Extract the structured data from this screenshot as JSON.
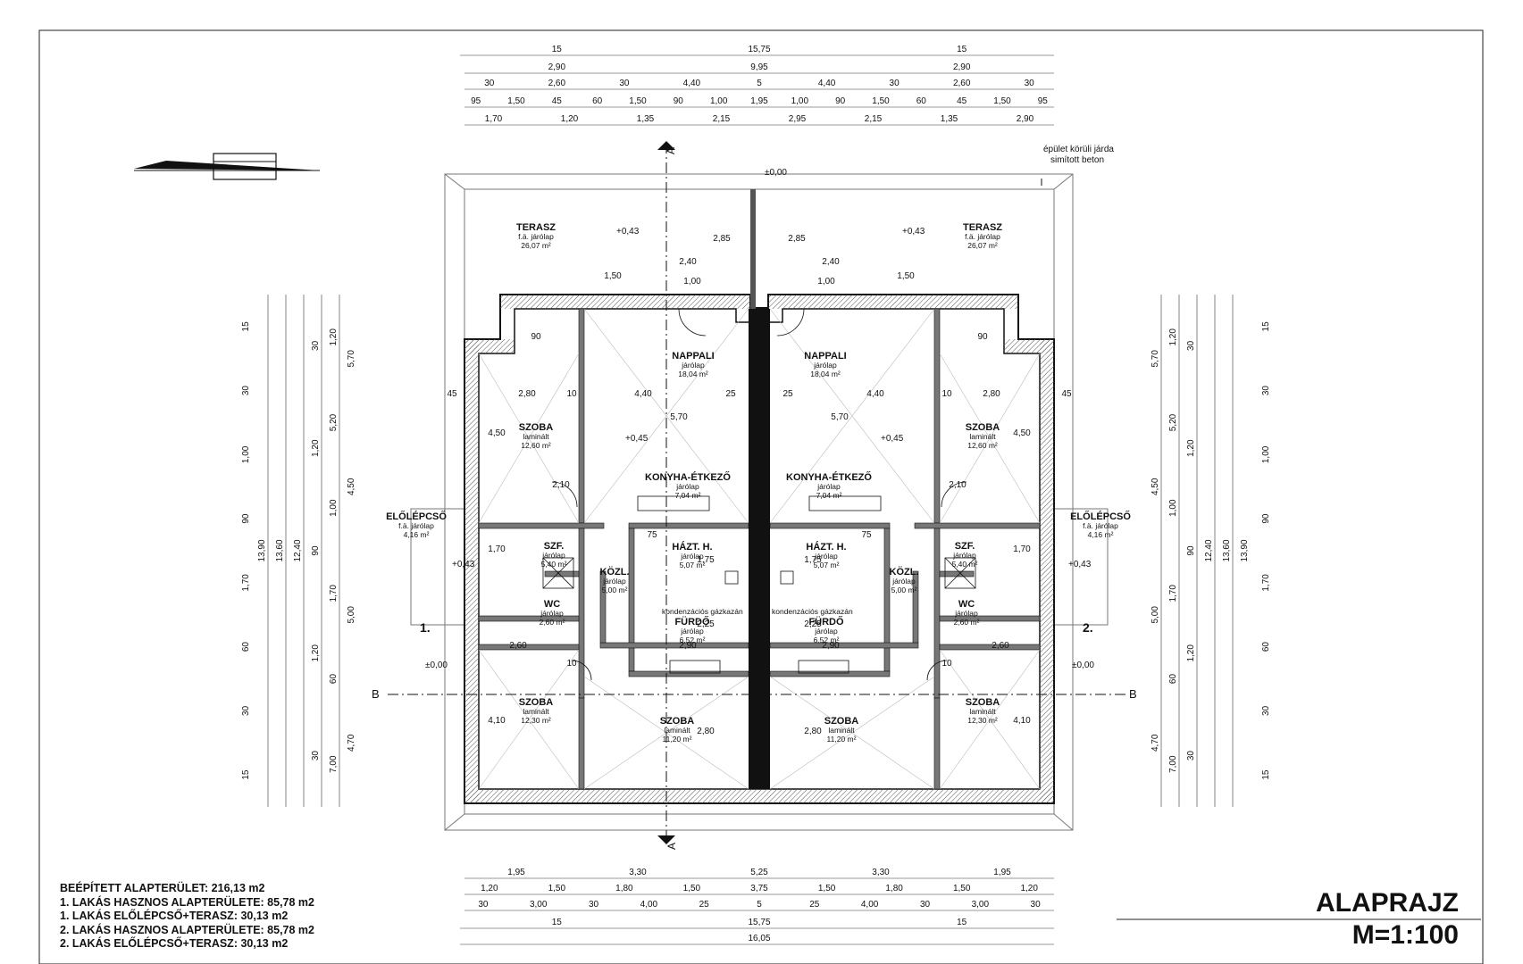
{
  "plan": {
    "title": "ALAPRAJZ",
    "scale": "M=1:100",
    "summary": [
      "BEÉPÍTETT ALAPTERÜLET: 216,13 m2",
      "1. LAKÁS HASZNOS ALAPTERÜLETE: 85,78 m2",
      "1. LAKÁS ELŐLÉPCSŐ+TERASZ: 30,13 m2",
      "2. LAKÁS HASZNOS ALAPTERÜLETE: 85,78 m2",
      "2. LAKÁS ELŐLÉPCSŐ+TERASZ: 30,13 m2"
    ],
    "note": [
      "épület körüli járda",
      "simított beton"
    ],
    "levels": {
      "ground": "±0,00",
      "terrace": "+0,43",
      "floor": "+0,45"
    },
    "section_marks": {
      "a": "A",
      "b": "B"
    },
    "unit_labels": [
      "1.",
      "2."
    ],
    "rooms": [
      {
        "name": "TERASZ",
        "finish": "f.ä. járólap",
        "area": "26,07 m²"
      },
      {
        "name": "NAPPALI",
        "finish": "járólap",
        "area": "18,04 m²"
      },
      {
        "name": "SZOBA",
        "finish": "laminált",
        "area": "12,60 m²"
      },
      {
        "name": "KONYHA-ÉTKEZŐ",
        "finish": "járólap",
        "area": "7,04 m²"
      },
      {
        "name": "ELŐLÉPCSŐ",
        "finish": "f.ä. járólap",
        "area": "4,16 m²"
      },
      {
        "name": "SZF.",
        "finish": "járólap",
        "area": "5,40 m²"
      },
      {
        "name": "HÁZT. H.",
        "finish": "járólap",
        "area": "5,07 m²"
      },
      {
        "name": "KÖZL.",
        "finish": "járólap",
        "area": "5,00 m²"
      },
      {
        "name": "WC",
        "finish": "járólap",
        "area": "2,60 m²"
      },
      {
        "name": "FÜRDŐ",
        "finish": "járólap",
        "area": "6,52 m²"
      },
      {
        "name": "SZOBA",
        "finish": "laminált",
        "area": "12,30 m²"
      },
      {
        "name": "SZOBA",
        "finish": "laminált",
        "area": "11,20 m²"
      }
    ],
    "boiler_label": "kondenzációs gázkazán",
    "dims_top": [
      [
        "15",
        "15,75",
        "15"
      ],
      [
        "2,90",
        "9,95",
        "2,90"
      ],
      [
        "30",
        "2,60",
        "30",
        "4,40",
        "5",
        "4,40",
        "30",
        "2,60",
        "30"
      ],
      [
        "95",
        "1,50",
        "45",
        "60",
        "1,50",
        "90",
        "1,00",
        "1,95",
        "1,00",
        "90",
        "1,50",
        "60",
        "45",
        "1,50",
        "95"
      ],
      [
        "1,70",
        "1,20",
        "1,35",
        "2,15",
        "2,95",
        "2,15",
        "1,35",
        "2,90"
      ]
    ],
    "dims_bottom": [
      [
        "1,95",
        "3,30",
        "5,25",
        "3,30",
        "1,95"
      ],
      [
        "1,20",
        "1,50",
        "1,80",
        "1,50",
        "3,75",
        "1,50",
        "1,80",
        "1,50",
        "1,20"
      ],
      [
        "30",
        "3,00",
        "30",
        "4,00",
        "25",
        "5",
        "25",
        "4,00",
        "30",
        "3,00",
        "30"
      ],
      [
        "15",
        "15,75",
        "15"
      ],
      [
        "16,05"
      ]
    ],
    "dims_side": [
      [
        "13,90"
      ],
      [
        "13,60"
      ],
      [
        "12,40"
      ],
      [
        "30",
        "1,20",
        "90",
        "1,20",
        "30"
      ],
      [
        "1,20",
        "5,20",
        "1,00",
        "1,70",
        "60",
        "7,00"
      ],
      [
        "5,70",
        "4,50",
        "5,00",
        "4,70"
      ],
      [
        "15",
        "30",
        "1,00",
        "90",
        "1,70",
        "60",
        "30",
        "15"
      ]
    ],
    "interior_dims": [
      "45",
      "2,80",
      "10",
      "4,40",
      "25",
      "5,70",
      "90",
      "2,10",
      "1,50",
      "2,40",
      "1,00",
      "2,85",
      "1,70",
      "1,75",
      "2,25",
      "2,60",
      "2,90",
      "4,10",
      "2,80",
      "10",
      "75",
      "4,50"
    ]
  }
}
